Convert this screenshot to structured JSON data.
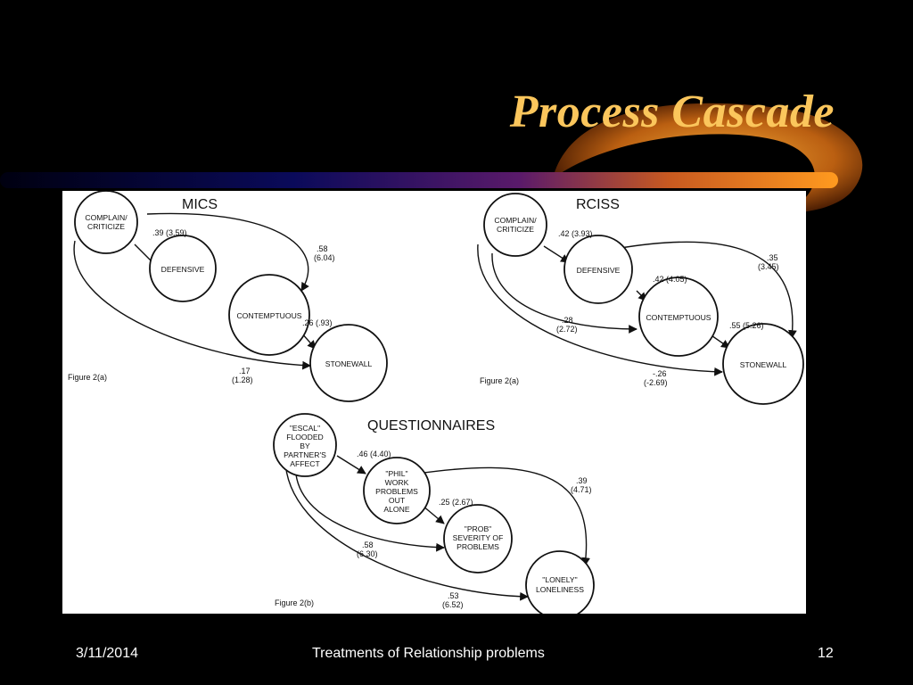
{
  "slide": {
    "title": "Process Cascade",
    "footer": {
      "date": "3/11/2014",
      "course": "Treatments of Relationship problems",
      "page": "12"
    }
  },
  "figure": {
    "panels": [
      {
        "heading": "MICS",
        "caption": "Figure 2(a)",
        "nodes": [
          {
            "lines": [
              "COMPLAIN/",
              "CRITICIZE"
            ]
          },
          {
            "lines": [
              "DEFENSIVE"
            ]
          },
          {
            "lines": [
              "CONTEMPTUOUS"
            ]
          },
          {
            "lines": [
              "STONEWALL"
            ]
          }
        ],
        "edges": [
          {
            "lines": [
              ".39 (3.59)"
            ]
          },
          {
            "lines": [
              ".58",
              "(6.04)"
            ]
          },
          {
            "lines": [
              ".26 (.93)"
            ]
          },
          {
            "lines": [
              ".17",
              "(1.28)"
            ]
          }
        ]
      },
      {
        "heading": "RCISS",
        "caption": "Figure 2(a)",
        "nodes": [
          {
            "lines": [
              "COMPLAIN/",
              "CRITICIZE"
            ]
          },
          {
            "lines": [
              "DEFENSIVE"
            ]
          },
          {
            "lines": [
              "CONTEMPTUOUS"
            ]
          },
          {
            "lines": [
              "STONEWALL"
            ]
          }
        ],
        "edges": [
          {
            "lines": [
              ".42 (3.93)"
            ]
          },
          {
            "lines": [
              ".42 (4.05)"
            ]
          },
          {
            "lines": [
              ".35",
              "(3.45)"
            ]
          },
          {
            "lines": [
              ".28",
              "(2.72)"
            ]
          },
          {
            "lines": [
              ".55 (5.26)"
            ]
          },
          {
            "lines": [
              "-.26",
              "(-2.69)"
            ]
          }
        ]
      },
      {
        "heading": "QUESTIONNAIRES",
        "caption": "Figure 2(b)",
        "nodes": [
          {
            "lines": [
              "\"ESCAL\"",
              "FLOODED",
              "BY",
              "PARTNER'S",
              "AFFECT"
            ]
          },
          {
            "lines": [
              "\"PHIL\"",
              "WORK",
              "PROBLEMS",
              "OUT",
              "ALONE"
            ]
          },
          {
            "lines": [
              "\"PROB\"",
              "SEVERITY OF",
              "PROBLEMS"
            ]
          },
          {
            "lines": [
              "\"LONELY\"",
              "LONELINESS"
            ]
          }
        ],
        "edges": [
          {
            "lines": [
              ".46 (4.40)"
            ]
          },
          {
            "lines": [
              ".25 (2.67)"
            ]
          },
          {
            "lines": [
              ".39",
              "(4.71)"
            ]
          },
          {
            "lines": [
              ".58",
              "(6.30)"
            ]
          },
          {
            "lines": [
              ".53",
              "(6.52)"
            ]
          }
        ]
      }
    ]
  },
  "colors": {
    "background": "#000000",
    "title": "#FBC65C",
    "swoosh_start": "#0A0A5A",
    "swoosh_end": "#FF9A1F",
    "footer_text": "#FFFFFF",
    "figure_background": "#FFFFFF"
  }
}
